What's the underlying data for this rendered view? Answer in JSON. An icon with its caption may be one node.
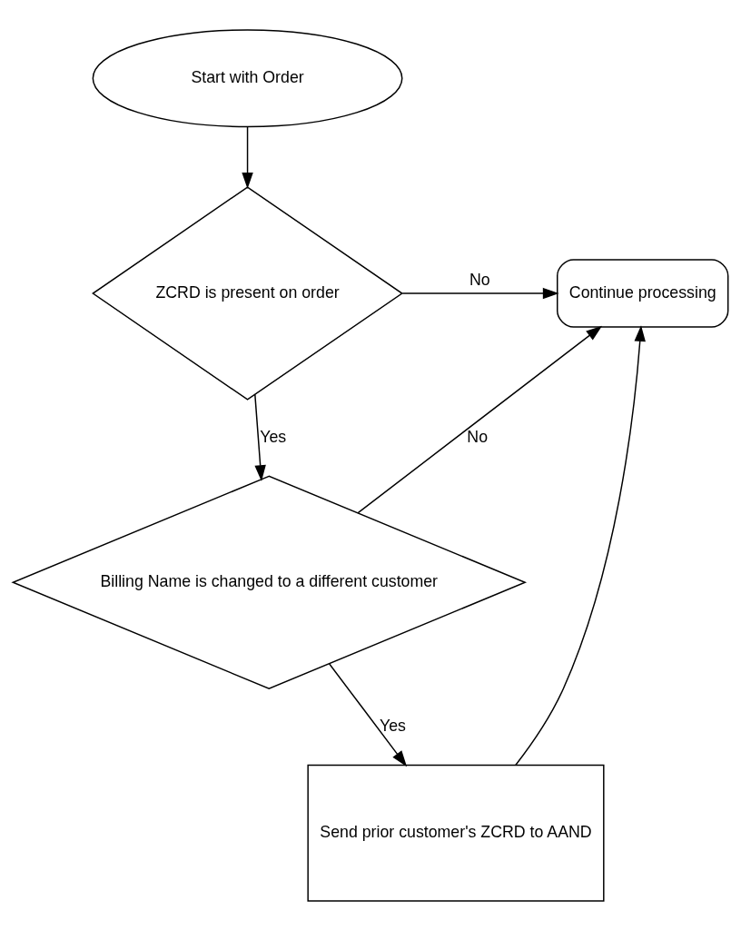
{
  "diagram": {
    "nodes": [
      {
        "text": [
          "Start with Order"
        ]
      },
      {
        "text": [
          "ZCRD is present on order"
        ]
      },
      {
        "text": [
          "Continue processing"
        ]
      },
      {
        "text": [
          "Billing Name is changed to a different customer"
        ]
      },
      {
        "text": [
          "Send prior customer's ZCRD to AAND"
        ]
      }
    ],
    "edges": [
      {
        "from": 0,
        "to": 1,
        "arrow": "to"
      },
      {
        "from": 1,
        "to": 2,
        "arrow": "to",
        "label": "No"
      },
      {
        "from": 1,
        "to": 3,
        "arrow": "to",
        "label": "Yes"
      },
      {
        "from": 3,
        "to": 2,
        "arrow": "to",
        "label": "No"
      },
      {
        "from": 3,
        "to": 4,
        "arrow": "to",
        "label": "Yes"
      },
      {
        "from": 4,
        "to": 2,
        "arrow": "to"
      }
    ]
  }
}
